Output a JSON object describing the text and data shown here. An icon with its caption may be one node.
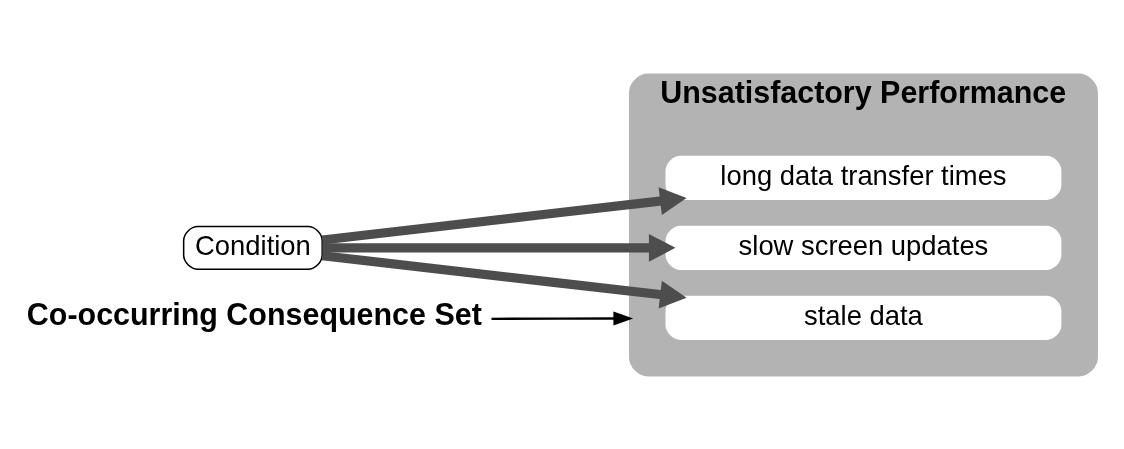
{
  "diagram": {
    "nodes": [
      {
        "text": [
          "Condition"
        ]
      },
      {
        "text": [
          "Unsatisfactory Performance"
        ]
      },
      {
        "text": [
          "stale data"
        ],
        "in": 1
      },
      {
        "text": [
          "slow screen updates"
        ],
        "in": 1
      },
      {
        "text": [
          "long data transfer times"
        ],
        "in": 1
      },
      {
        "text": [
          "Co-occurring Consequence Set"
        ]
      }
    ],
    "edges": [
      {
        "from": 0,
        "to": 2,
        "arrow": "to"
      },
      {
        "from": 0,
        "to": 3,
        "arrow": "to"
      },
      {
        "from": 0,
        "to": 4,
        "arrow": "to"
      },
      {
        "from": 5,
        "to": 1,
        "arrow": "to",
        "color": "#000000"
      }
    ]
  }
}
